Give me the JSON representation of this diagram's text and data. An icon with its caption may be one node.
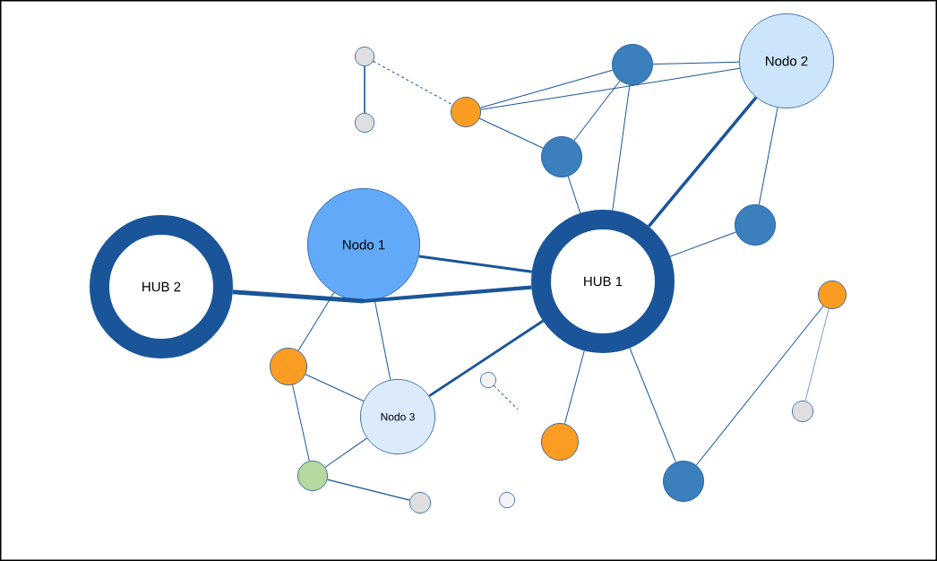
{
  "diagram": {
    "nodes": [
      {
        "text": [
          "HUB 2"
        ]
      },
      {
        "text": [
          "Nodo 1"
        ]
      },
      {
        "text": [
          "HUB 1"
        ]
      },
      {
        "text": [
          "Nodo 2"
        ]
      },
      {
        "text": [
          "Nodo 3"
        ]
      },
      {
        "text": [],
        "shape": "circle"
      },
      {
        "text": [],
        "shape": "circle"
      },
      {
        "text": [],
        "shape": "circle"
      },
      {
        "text": [],
        "shape": "circle"
      },
      {
        "text": [],
        "shape": "circle"
      },
      {
        "text": [],
        "shape": "circle"
      },
      {
        "text": [],
        "shape": "circle"
      },
      {
        "text": [],
        "shape": "circle"
      },
      {
        "text": [],
        "shape": "circle"
      },
      {
        "text": [],
        "shape": "circle"
      },
      {
        "text": [],
        "shape": "circle"
      },
      {
        "text": [],
        "shape": "circle"
      },
      {
        "text": [],
        "shape": "circle"
      },
      {
        "text": [],
        "shape": "circle"
      },
      {
        "text": [],
        "shape": "circle"
      }
    ],
    "edges": [
      {
        "from": 0,
        "to": 1,
        "arrow": "none",
        "style": "thick"
      },
      {
        "from": 1,
        "to": 2,
        "arrow": "none",
        "style": "thick"
      },
      {
        "from": 1,
        "to": 2,
        "arrow": "none",
        "style": "thick"
      },
      {
        "from": 2,
        "to": 3,
        "arrow": "none",
        "style": "thick"
      },
      {
        "from": 4,
        "to": 2,
        "arrow": "none",
        "style": "thick"
      },
      {
        "from": 5,
        "to": 6,
        "arrow": "none"
      },
      {
        "from": 5,
        "to": 7,
        "arrow": "none",
        "style": "dashed"
      },
      {
        "from": 7,
        "to": 8,
        "arrow": "none"
      },
      {
        "from": 7,
        "to": 3,
        "arrow": "none"
      },
      {
        "from": 7,
        "to": 9,
        "arrow": "none"
      },
      {
        "from": 8,
        "to": 3,
        "arrow": "none"
      },
      {
        "from": 8,
        "to": 9,
        "arrow": "none"
      },
      {
        "from": 8,
        "to": 2,
        "arrow": "none"
      },
      {
        "from": 9,
        "to": 2,
        "arrow": "none"
      },
      {
        "from": 3,
        "to": 10,
        "arrow": "none"
      },
      {
        "from": 10,
        "to": 2,
        "arrow": "none"
      },
      {
        "from": 1,
        "to": 12,
        "arrow": "none"
      },
      {
        "from": 1,
        "to": 4,
        "arrow": "none"
      },
      {
        "from": 12,
        "to": 4,
        "arrow": "none"
      },
      {
        "from": 12,
        "to": 16,
        "arrow": "none"
      },
      {
        "from": 4,
        "to": 16,
        "arrow": "none"
      },
      {
        "from": 16,
        "to": 17,
        "arrow": "none"
      },
      {
        "from": 13,
        "to": null,
        "arrow": "none",
        "style": "dashed"
      },
      {
        "from": 2,
        "to": 15,
        "arrow": "none"
      },
      {
        "from": 2,
        "to": 19,
        "arrow": "none"
      },
      {
        "from": 19,
        "to": 11,
        "arrow": "none"
      },
      {
        "from": 11,
        "to": 14,
        "arrow": "none",
        "color": "#7f9cc8"
      }
    ]
  }
}
